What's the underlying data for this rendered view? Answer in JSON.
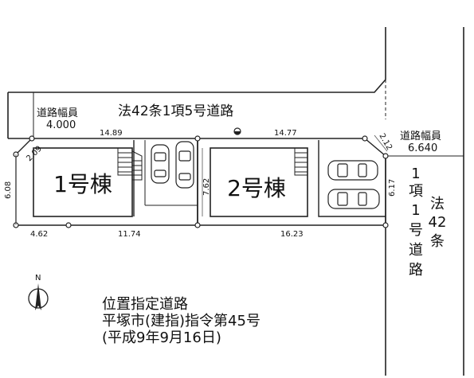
{
  "road_top": {
    "width_label": "道路幅員",
    "width_value": "4.000",
    "name": "法42条1項5号道路"
  },
  "road_right": {
    "width_label": "道路幅員",
    "width_value": "6.640",
    "name_col1": [
      "1",
      "項",
      "1",
      "号",
      "道",
      "路"
    ],
    "name_col2": [
      "法",
      "42",
      "条"
    ]
  },
  "buildings": [
    {
      "name": "1号棟"
    },
    {
      "name": "2号棟"
    }
  ],
  "dimensions": {
    "top_left": "14.89",
    "top_right": "14.77",
    "corner_left": "2.09",
    "corner_right": "2.12",
    "left_side": "6.08",
    "middle_depth": "7.62",
    "right_side": "6.17",
    "bottom_1": "4.62",
    "bottom_2": "11.74",
    "bottom_3": "16.23"
  },
  "north": {
    "label": "N"
  },
  "note": {
    "line1": "位置指定道路",
    "line2": "平塚市(建指)指令第45号",
    "line3": "(平成9年9月16日)"
  }
}
